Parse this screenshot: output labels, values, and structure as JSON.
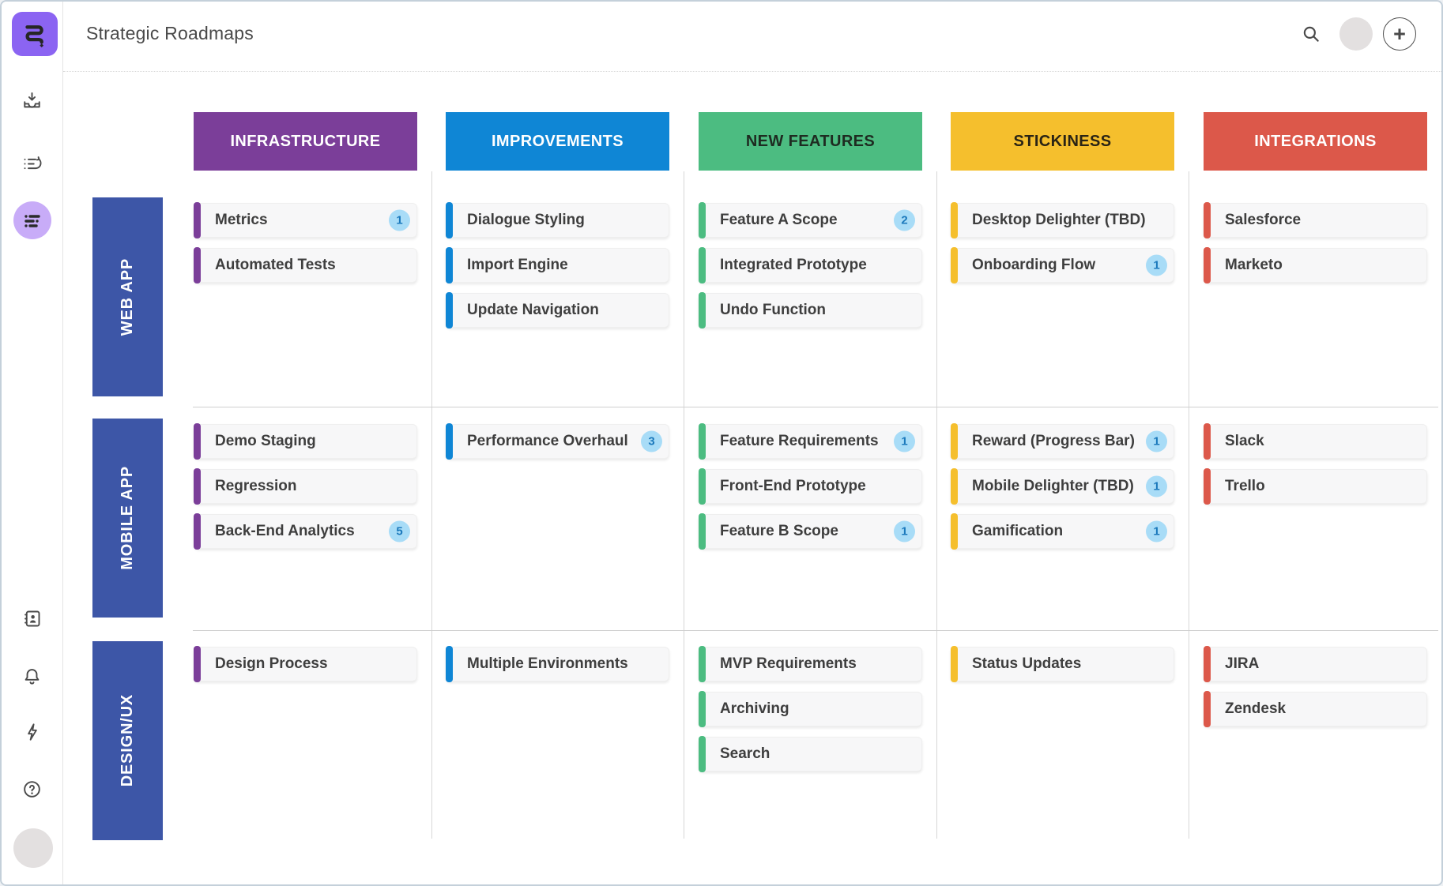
{
  "page_title": "Strategic Roadmaps",
  "topbar": {
    "add_button_glyph": "+",
    "icons": [
      {
        "name": "search-icon"
      },
      {
        "name": "user-avatar"
      },
      {
        "name": "add-button"
      }
    ]
  },
  "sidebar": {
    "items": [
      {
        "name": "app-logo"
      },
      {
        "name": "inbox"
      },
      {
        "name": "item-list"
      },
      {
        "name": "roadmaps",
        "active": true
      },
      {
        "name": "contacts"
      },
      {
        "name": "notifications"
      },
      {
        "name": "activity"
      },
      {
        "name": "help"
      },
      {
        "name": "profile-avatar"
      }
    ],
    "active_highlight_color": "#C8ACF8",
    "logo_color": "#8B64F2"
  },
  "board": {
    "row_label_bg": "#3D56A7",
    "badge_bg": "#A8DCF7",
    "badge_text_color": "#1B79BC",
    "columns": [
      {
        "label": "INFRASTRUCTURE",
        "color": "#7B3E99",
        "text_color": "#FFFFFF"
      },
      {
        "label": "IMPROVEMENTS",
        "color": "#0F86D5",
        "text_color": "#FFFFFF"
      },
      {
        "label": "NEW FEATURES",
        "color": "#4CBC81",
        "text_color": "#1E2B21"
      },
      {
        "label": "STICKINESS",
        "color": "#F5BF2D",
        "text_color": "#2A2415"
      },
      {
        "label": "INTEGRATIONS",
        "color": "#DC584A",
        "text_color": "#FFFFFF"
      }
    ],
    "rows": [
      {
        "label": "WEB APP",
        "cells": [
          [
            {
              "title": "Metrics",
              "badge": 1
            },
            {
              "title": "Automated Tests"
            }
          ],
          [
            {
              "title": "Dialogue Styling"
            },
            {
              "title": "Import Engine"
            },
            {
              "title": "Update Navigation"
            }
          ],
          [
            {
              "title": "Feature A Scope",
              "badge": 2
            },
            {
              "title": "Integrated Prototype"
            },
            {
              "title": "Undo Function"
            }
          ],
          [
            {
              "title": "Desktop Delighter (TBD)"
            },
            {
              "title": "Onboarding Flow",
              "badge": 1
            }
          ],
          [
            {
              "title": "Salesforce"
            },
            {
              "title": "Marketo"
            }
          ]
        ]
      },
      {
        "label": "MOBILE APP",
        "cells": [
          [
            {
              "title": "Demo Staging"
            },
            {
              "title": "Regression"
            },
            {
              "title": "Back-End Analytics",
              "badge": 5
            }
          ],
          [
            {
              "title": "Performance Overhaul",
              "badge": 3
            }
          ],
          [
            {
              "title": "Feature Requirements",
              "badge": 1
            },
            {
              "title": "Front-End Prototype"
            },
            {
              "title": "Feature B Scope",
              "badge": 1
            }
          ],
          [
            {
              "title": "Reward (Progress Bar)",
              "badge": 1
            },
            {
              "title": "Mobile Delighter (TBD)",
              "badge": 1
            },
            {
              "title": "Gamification",
              "badge": 1
            }
          ],
          [
            {
              "title": "Slack"
            },
            {
              "title": "Trello"
            }
          ]
        ]
      },
      {
        "label": "DESIGN/UX",
        "cells": [
          [
            {
              "title": "Design Process"
            }
          ],
          [
            {
              "title": "Multiple Environments"
            }
          ],
          [
            {
              "title": "MVP Requirements"
            },
            {
              "title": "Archiving"
            },
            {
              "title": "Search"
            }
          ],
          [
            {
              "title": "Status Updates"
            }
          ],
          [
            {
              "title": "JIRA"
            },
            {
              "title": "Zendesk"
            }
          ]
        ]
      }
    ]
  }
}
